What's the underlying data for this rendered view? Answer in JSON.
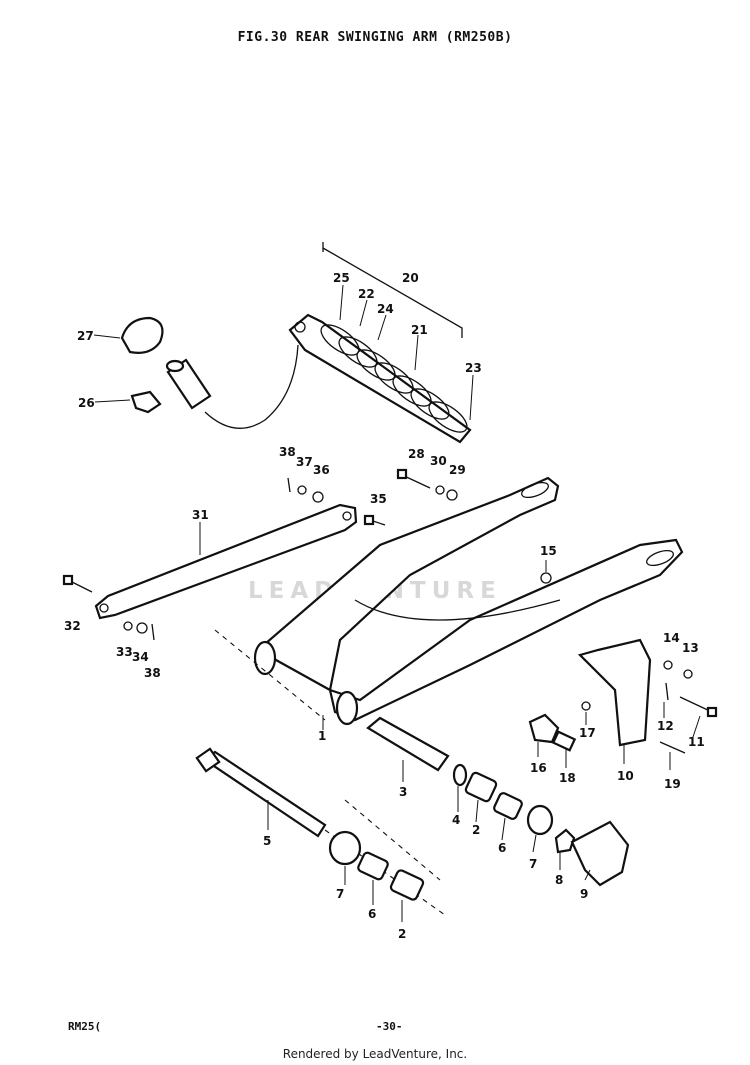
{
  "title": "FIG.30  REAR SWINGING ARM (RM250B)",
  "watermark": "LEADVENTURE",
  "footer": {
    "model": "RM25(",
    "page": "-30-"
  },
  "credit": "Rendered by LeadVenture, Inc.",
  "callouts": [
    "1",
    "2",
    "3",
    "4",
    "5",
    "6",
    "7",
    "8",
    "9",
    "10",
    "11",
    "12",
    "13",
    "14",
    "15",
    "16",
    "17",
    "18",
    "19",
    "20",
    "21",
    "22",
    "23",
    "24",
    "25",
    "26",
    "27",
    "28",
    "29",
    "30",
    "31",
    "32",
    "33",
    "34",
    "35",
    "36",
    "37",
    "38"
  ]
}
